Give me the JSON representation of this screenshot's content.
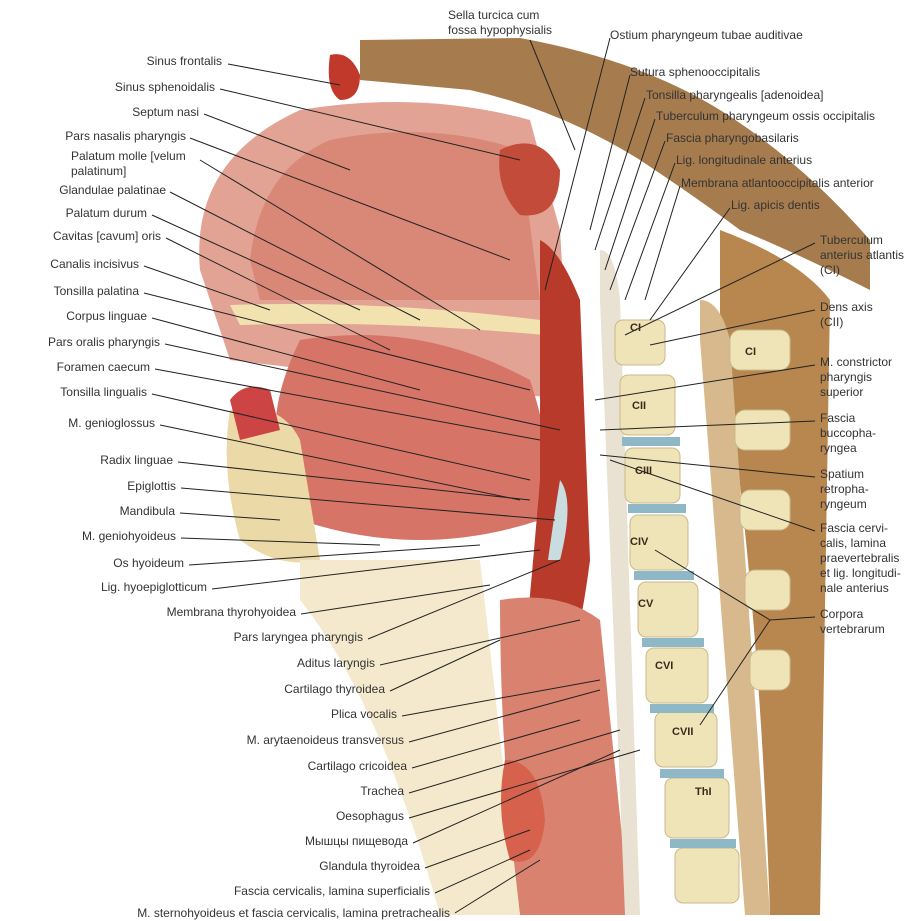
{
  "top_labels": {
    "sella": [
      "Sella turcica cum",
      "fossa hypophysialis"
    ],
    "ostium": "Ostium pharyngeum tubae auditivae",
    "sutura": "Sutura sphenooccipitalis",
    "tonsilla_pharyngealis": "Tonsilla pharyngealis [adenoidea]",
    "tuberculum_pharyngeum": "Tuberculum pharyngeum ossis occipitalis",
    "fascia_pharyngobasilaris": "Fascia pharyngobasilaris",
    "lig_longitudinale": "Lig. longitudinale anterius",
    "membrana_atlantooccipitalis": "Membrana atlantooccipitalis anterior",
    "lig_apicis": "Lig. apicis dentis"
  },
  "right_labels": {
    "tuberculum_atlantis": "Tuberculum anterius atlantis (CI)",
    "dens_axis": "Dens axis (CII)",
    "constrictor": "M. constrictor pharyngis superior",
    "buccopharyngea": "Fascia buccopha-ryngea",
    "spatium": "Spatium retropha-ryngeum",
    "praevertebralis": "Fascia cervi-calis, lamina praevertebralis et lig. longitudi-nale anterius",
    "corpora": "Corpora vertebrarum"
  },
  "left_labels": [
    "Sinus frontalis",
    "Sinus sphenoidalis",
    "Septum nasi",
    "Pars nasalis pharyngis",
    "Palatum molle [velum palatinum]",
    "Glandulae palatinae",
    "Palatum durum",
    "Cavitas [cavum] oris",
    "Canalis incisivus",
    "Tonsilla palatina",
    "Corpus linguae",
    "Pars oralis pharyngis",
    "Foramen caecum",
    "Tonsilla lingualis",
    "M. genioglossus",
    "Radix linguae",
    "Epiglottis",
    "Mandibula",
    "M. geniohyoideus",
    "Os hyoideum",
    "Lig. hyoepiglotticum",
    "Membrana thyrohyoidea",
    "Pars laryngea pharyngis",
    "Aditus laryngis",
    "Cartilago thyroidea",
    "Plica vocalis",
    "M. arytaenoideus transversus",
    "Cartilago cricoidea",
    "Trachea",
    "Oesophagus",
    "Мышцы пищевода",
    "Glandula thyroidea",
    "Fascia cervicalis, lamina superficialis",
    "M. sternohyoideus et fascia cervicalis, lamina pretrachealis"
  ],
  "vertebrae": [
    "CI",
    "CII",
    "CIII",
    "CIV",
    "CV",
    "CVI",
    "CVII",
    "ThI",
    "CI"
  ]
}
